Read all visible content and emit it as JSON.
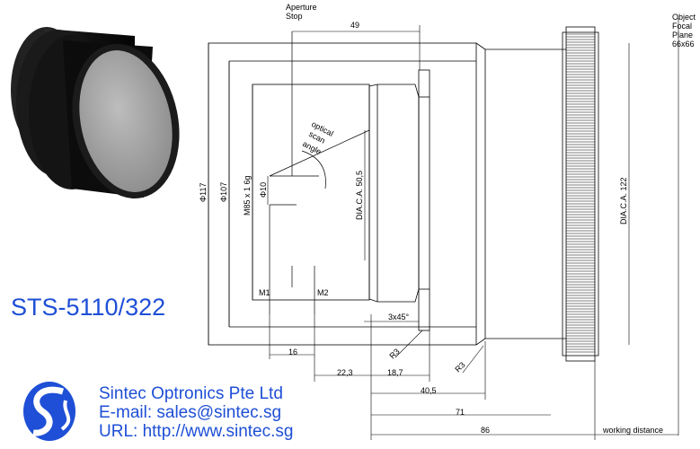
{
  "product": {
    "model": "STS-5110/322",
    "company_name": "Sintec Optronics Pte Ltd",
    "email_line": "E-mail: sales@sintec.sg",
    "url_line": "URL: http://www.sintec.sg"
  },
  "labels": {
    "aperture_stop_1": "Aperture",
    "aperture_stop_2": "Stop",
    "object_plane_1": "Object",
    "object_plane_2": "Focal",
    "object_plane_3": "Plane",
    "object_plane_4": "66x66",
    "optical_scan_1": "optical",
    "optical_scan_2": "scan",
    "optical_scan_3": "angle",
    "mirror_1": "M1",
    "mirror_2": "M2",
    "working_distance": "working distance"
  },
  "dimensions": {
    "d49": "49",
    "d117": "Φ117",
    "d107": "Φ107",
    "thread": "M85 x 1  6g",
    "d10": "Φ10",
    "ca505": "DIA.C.A. 50,5",
    "ca122": "DIA.C.A. 122",
    "chamfer": "3x45°",
    "r3a": "R3",
    "r3b": "R3",
    "d16": "16",
    "d223": "22,3",
    "d187": "18,7",
    "d405": "40,5",
    "d71": "71",
    "d86": "86"
  },
  "colors": {
    "brand_blue": "#1e4fd6",
    "line": "#000000"
  }
}
